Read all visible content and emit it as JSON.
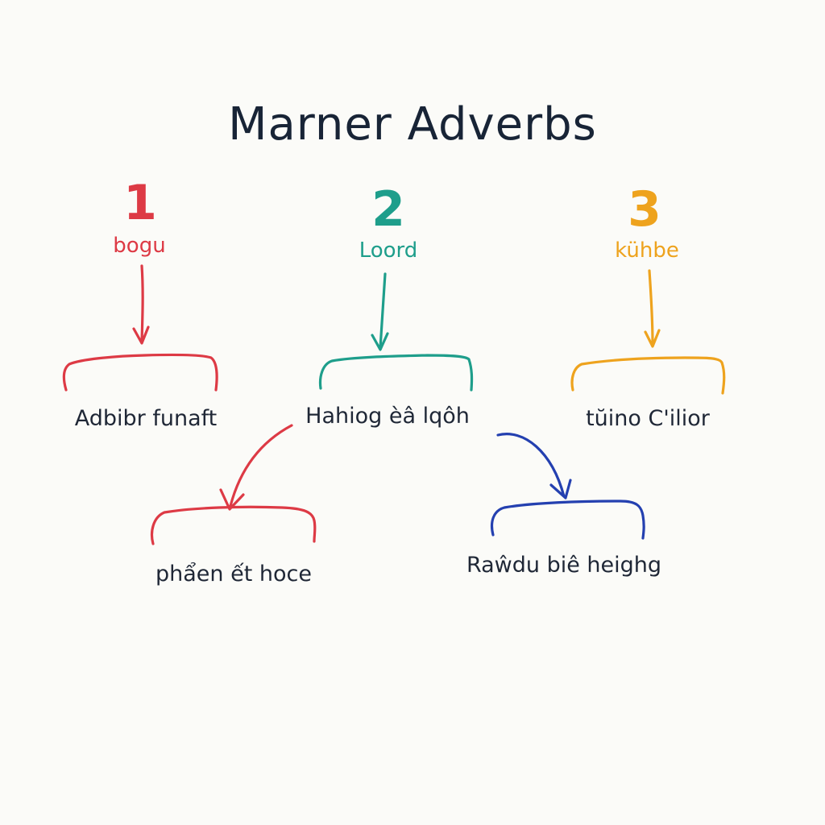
{
  "title": "Marner Adverbs",
  "colors": {
    "red": "#dd3a45",
    "teal": "#1e9e8b",
    "orange": "#eea31e",
    "blue": "#2440b0",
    "ink": "#1c2437"
  },
  "columns": [
    {
      "number": "1",
      "label": "bogu",
      "term": "Adbibr funaft",
      "color": "red"
    },
    {
      "number": "2",
      "label": "Loord",
      "term": "Hahiog èâ lqôh",
      "color": "teal"
    },
    {
      "number": "3",
      "label": "kühbe",
      "term": "tŭino C'ilior",
      "color": "orange"
    }
  ],
  "branches": [
    {
      "term": "phẩen ết hoce",
      "color": "red"
    },
    {
      "term": "Raŵdu biê heighg",
      "color": "blue"
    }
  ]
}
